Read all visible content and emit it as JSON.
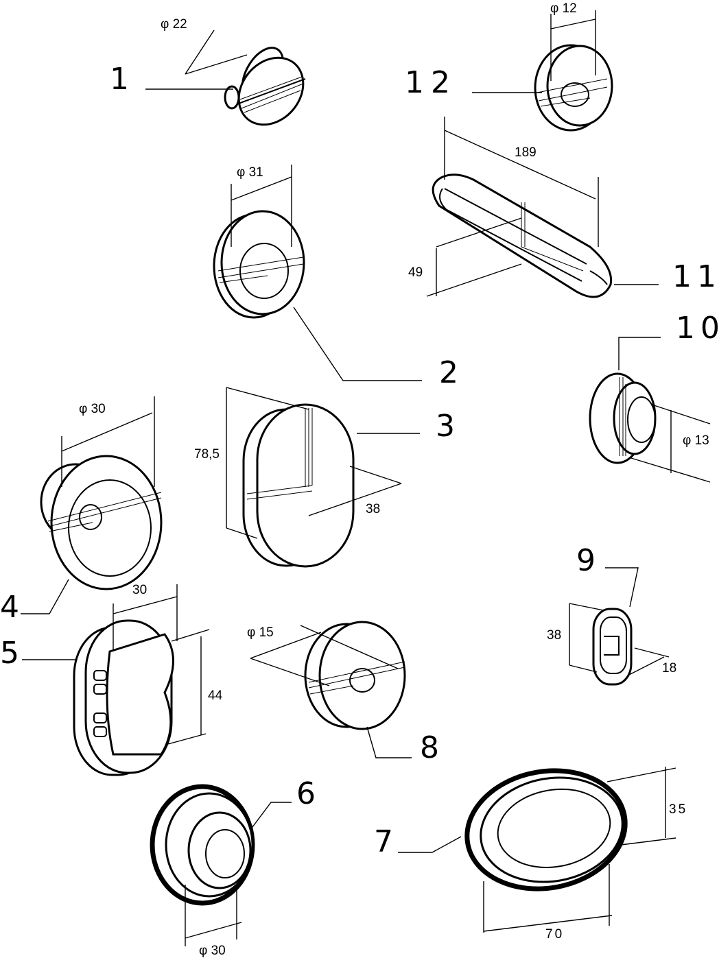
{
  "parts": [
    {
      "num": "1",
      "dim": "φ 22"
    },
    {
      "num": "2",
      "dim": "φ 31"
    },
    {
      "num": "3",
      "dims": [
        "78,5",
        "38"
      ]
    },
    {
      "num": "4",
      "dim": "φ 30"
    },
    {
      "num": "5",
      "dims": [
        "30",
        "44"
      ]
    },
    {
      "num": "6",
      "dim": "φ 30"
    },
    {
      "num": "7",
      "dims": [
        "35",
        "70"
      ]
    },
    {
      "num": "8",
      "dim": "φ 15"
    },
    {
      "num": "9",
      "dims": [
        "38",
        "18"
      ]
    },
    {
      "num": "10",
      "dim": "φ 13"
    },
    {
      "num": "11",
      "dims": [
        "189",
        "49"
      ]
    },
    {
      "num": "12",
      "dim": "φ 12"
    }
  ]
}
